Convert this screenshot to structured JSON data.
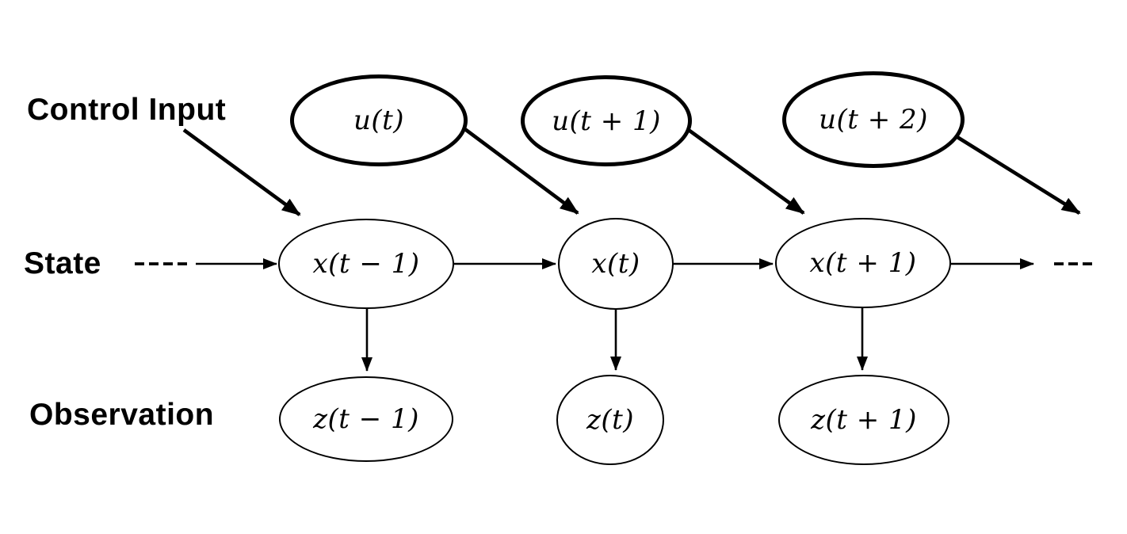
{
  "figure": {
    "background_color": "#ffffff",
    "ink_color": "#000000",
    "description": "Graphical model of a controlled state-space process: control inputs feed states, states chain over time and emit observations."
  },
  "rows": {
    "control": {
      "label": "Control Input",
      "nodes": [
        {
          "id": "u_t",
          "label": "u(t)"
        },
        {
          "id": "u_t1",
          "label": "u(t + 1)"
        },
        {
          "id": "u_t2",
          "label": "u(t + 2)"
        }
      ]
    },
    "state": {
      "label": "State",
      "nodes": [
        {
          "id": "x_tm1",
          "label": "x(t − 1)"
        },
        {
          "id": "x_t",
          "label": "x(t)"
        },
        {
          "id": "x_t1",
          "label": "x(t + 1)"
        }
      ]
    },
    "observation": {
      "label": "Observation",
      "nodes": [
        {
          "id": "z_tm1",
          "label": "z(t − 1)"
        },
        {
          "id": "z_t",
          "label": "z(t)"
        },
        {
          "id": "z_t1",
          "label": "z(t + 1)"
        }
      ]
    }
  },
  "edges": [
    {
      "from": "Control Input label",
      "to": "x(t − 1)",
      "style": "bold-arrow"
    },
    {
      "from": "u(t)",
      "to": "x(t)",
      "style": "bold-arrow"
    },
    {
      "from": "u(t + 1)",
      "to": "x(t + 1)",
      "style": "bold-arrow"
    },
    {
      "from": "u(t + 2)",
      "to": "next state off-screen",
      "style": "bold-arrow"
    },
    {
      "from": "earlier states (dashed)",
      "to": "x(t − 1)",
      "style": "thin-arrow"
    },
    {
      "from": "x(t − 1)",
      "to": "x(t)",
      "style": "thin-arrow"
    },
    {
      "from": "x(t)",
      "to": "x(t + 1)",
      "style": "thin-arrow"
    },
    {
      "from": "x(t + 1)",
      "to": "later states (dashed)",
      "style": "thin-arrow"
    },
    {
      "from": "x(t − 1)",
      "to": "z(t − 1)",
      "style": "thin-arrow"
    },
    {
      "from": "x(t)",
      "to": "z(t)",
      "style": "thin-arrow"
    },
    {
      "from": "x(t + 1)",
      "to": "z(t + 1)",
      "style": "thin-arrow"
    }
  ]
}
